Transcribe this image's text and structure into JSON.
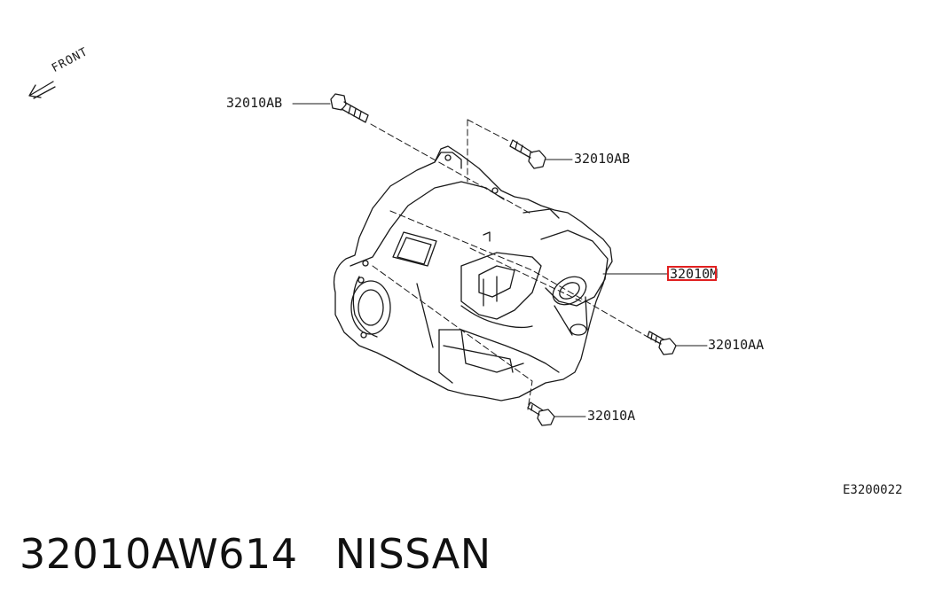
{
  "diagram": {
    "front_indicator": "FRONT",
    "callouts": {
      "bolt_top_left": "32010AB",
      "bolt_top_right": "32010AB",
      "housing": "32010M",
      "bolt_right": "32010AA",
      "bolt_bottom": "32010A"
    },
    "figure_code": "E3200022",
    "highlight_color": "#e02020",
    "highlighted_callout": "32010M"
  },
  "title": {
    "part_number": "32010AW614",
    "brand": "NISSAN"
  }
}
